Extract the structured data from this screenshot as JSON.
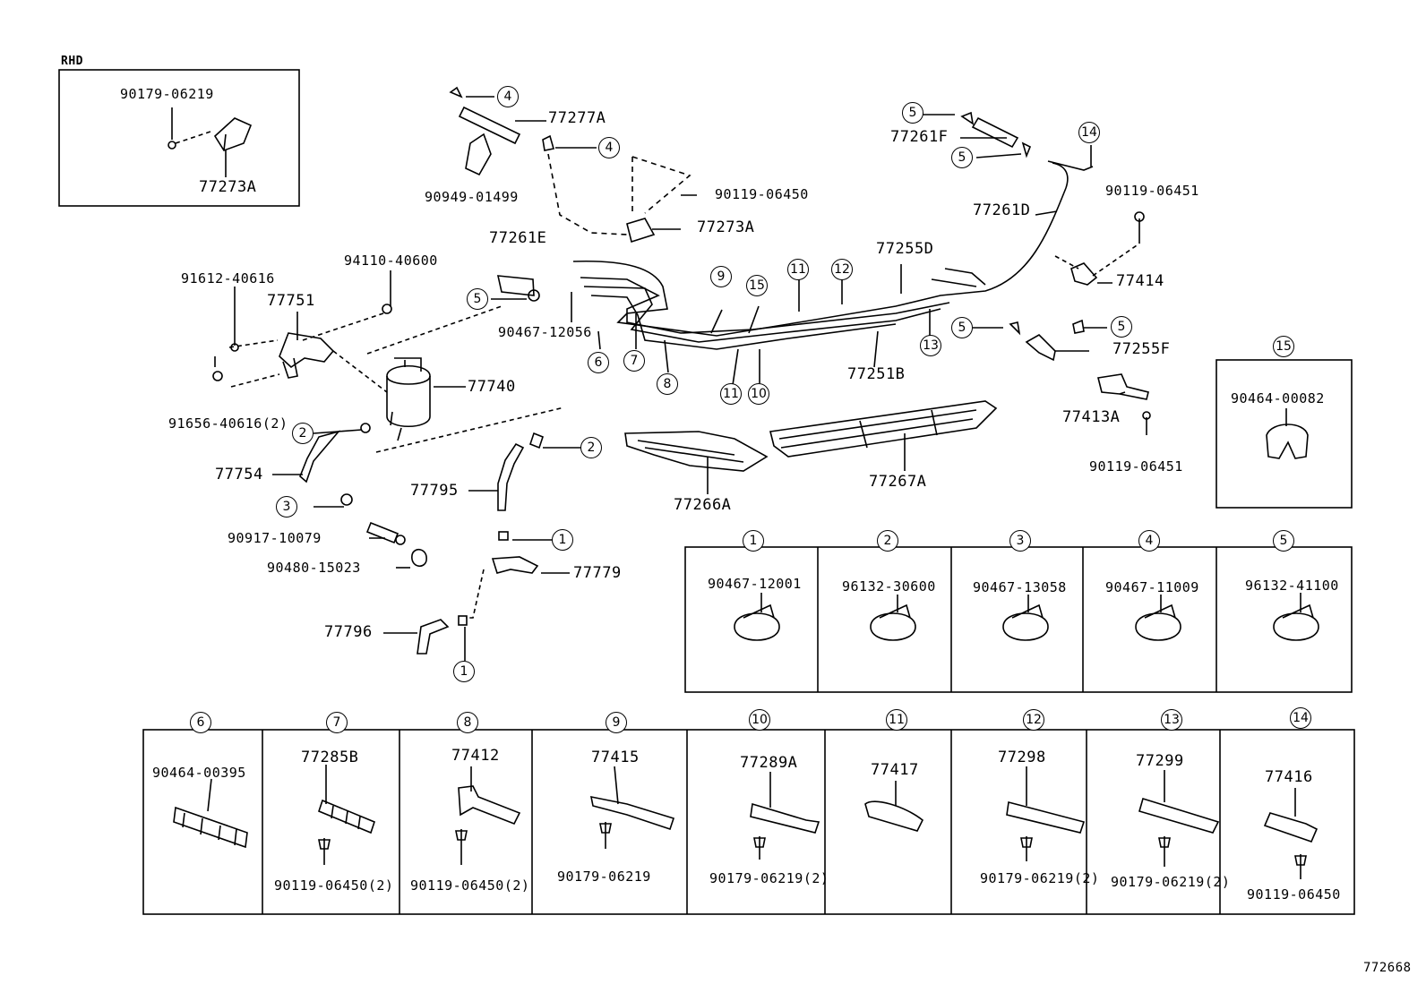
{
  "rhd_box": {
    "title": "RHD",
    "part_a": "90179-06219",
    "part_b": "77273A"
  },
  "callouts": {
    "c1": "1",
    "c2": "2",
    "c3": "3",
    "c4": "4",
    "c5": "5",
    "c6": "6",
    "c7": "7",
    "c8": "8",
    "c9": "9",
    "c10": "10",
    "c11": "11",
    "c12": "12",
    "c13": "13",
    "c14": "14",
    "c15": "15"
  },
  "parts": {
    "p77277A": "77277A",
    "p90949": "90949-01499",
    "p90119_06450": "90119-06450",
    "p77273A": "77273A",
    "p77261E": "77261E",
    "p90467_12056": "90467-12056",
    "p77261F": "77261F",
    "p90119_06451_top": "90119-06451",
    "p77261D": "77261D",
    "p77255D": "77255D",
    "p77414": "77414",
    "p77251B": "77251B",
    "p77255F": "77255F",
    "p77413A": "77413A",
    "p90119_06451_bot": "90119-06451",
    "p91612": "91612-40616",
    "p94110": "94110-40600",
    "p77751": "77751",
    "p77740": "77740",
    "p91656": "91656-40616(2)",
    "p77754": "77754",
    "p90917": "90917-10079",
    "p90480": "90480-15023",
    "p77795": "77795",
    "p77779": "77779",
    "p77796": "77796",
    "p77266A": "77266A",
    "p77267A": "77267A"
  },
  "box15": {
    "part": "90464-00082"
  },
  "row1": [
    {
      "n": "1",
      "part": "90467-12001"
    },
    {
      "n": "2",
      "part": "96132-30600"
    },
    {
      "n": "3",
      "part": "90467-13058"
    },
    {
      "n": "4",
      "part": "90467-11009"
    },
    {
      "n": "5",
      "part": "96132-41100"
    }
  ],
  "row2": [
    {
      "n": "6",
      "part": "90464-00395",
      "bolt": ""
    },
    {
      "n": "7",
      "part": "77285B",
      "bolt": "90119-06450(2)"
    },
    {
      "n": "8",
      "part": "77412",
      "bolt": "90119-06450(2)"
    },
    {
      "n": "9",
      "part": "77415",
      "bolt": "90179-06219"
    },
    {
      "n": "10",
      "part": "77289A",
      "bolt": "90179-06219(2)"
    },
    {
      "n": "11",
      "part": "77417",
      "bolt": ""
    },
    {
      "n": "12",
      "part": "77298",
      "bolt": "90179-06219(2)"
    },
    {
      "n": "13",
      "part": "77299",
      "bolt": "90179-06219(2)"
    },
    {
      "n": "14",
      "part": "77416",
      "bolt": "90119-06450"
    }
  ],
  "diagram_id": "772668"
}
